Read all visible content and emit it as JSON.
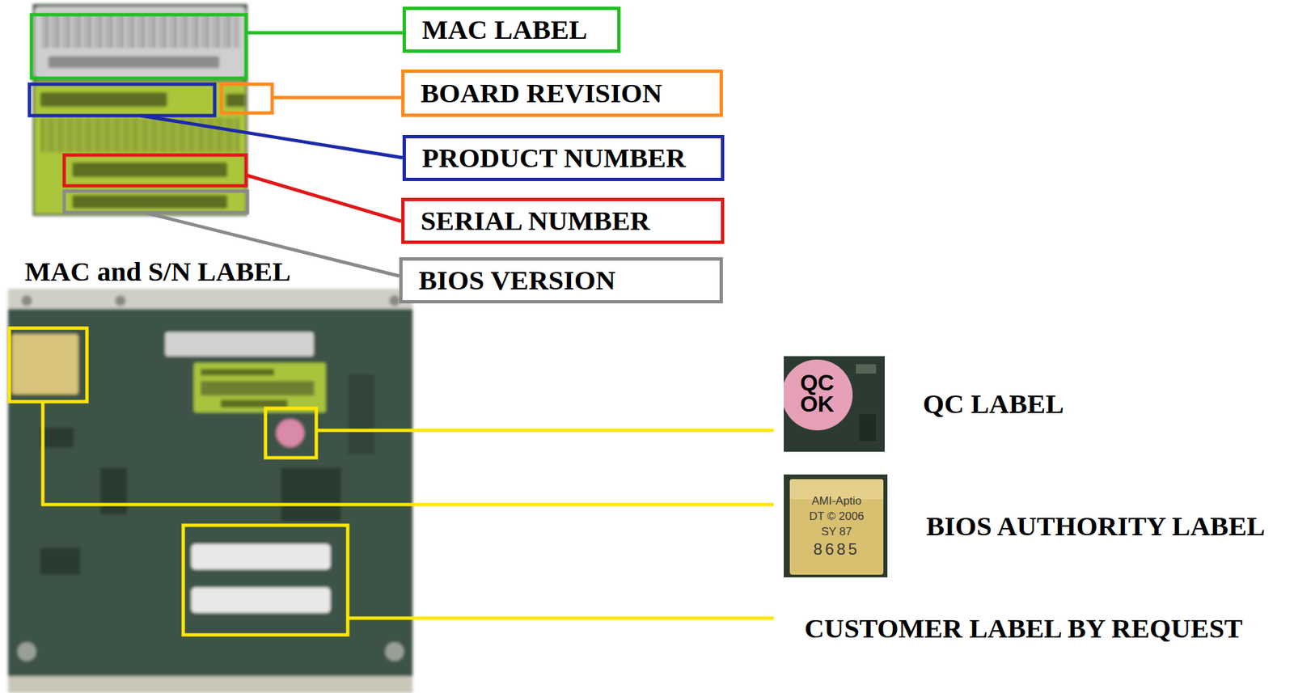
{
  "diagram": {
    "nodes": [
      {
        "text": [
          "MAC LABEL"
        ]
      },
      {
        "text": [
          "BOARD REVISION"
        ]
      },
      {
        "text": [
          "PRODUCT NUMBER"
        ]
      },
      {
        "text": [
          "SERIAL NUMBER"
        ]
      },
      {
        "text": [
          "BIOS VERSION"
        ]
      }
    ],
    "labels": [
      "MAC and S/N LABEL",
      "QC OK",
      "QC LABEL",
      "AMI-Aptio",
      "DT © 2006",
      "SY 87",
      "8685",
      "BIOS AUTHORITY LABEL",
      "CUSTOMER LABEL BY REQUEST"
    ]
  }
}
